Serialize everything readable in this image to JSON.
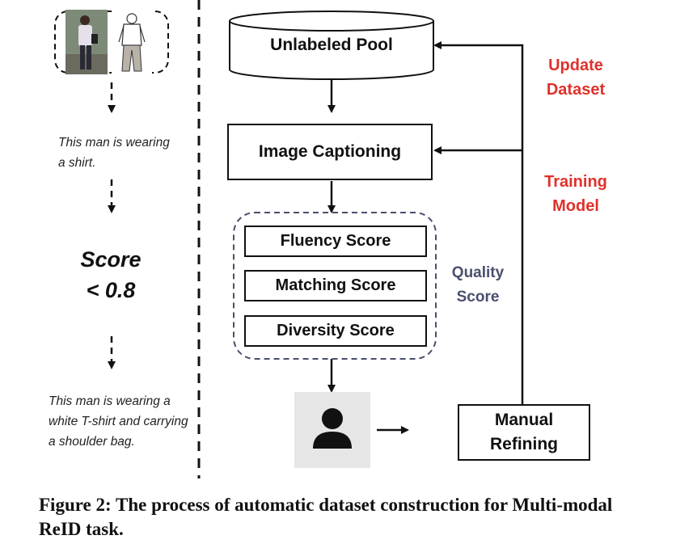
{
  "left_panel": {
    "caption_initial": "This man is wearing a shirt.",
    "score_line1": "Score",
    "score_line2": "< 0.8",
    "caption_refined": "This man is wearing a white T-shirt and carrying a shoulder bag."
  },
  "flow": {
    "unlabeled_pool": "Unlabeled Pool",
    "image_captioning": "Image Captioning",
    "fluency_score": "Fluency Score",
    "matching_score": "Matching Score",
    "diversity_score": "Diversity Score",
    "quality_score_line1": "Quality",
    "quality_score_line2": "Score",
    "manual_refining_line1": "Manual",
    "manual_refining_line2": "Refining",
    "update_dataset_line1": "Update",
    "update_dataset_line2": "Dataset",
    "training_model_line1": "Training",
    "training_model_line2": "Model"
  },
  "colors": {
    "accent_red": "#e0312b",
    "dashed_frame": "#4a4f6e",
    "person_icon_bg": "#e6e6e6"
  },
  "icons": [
    "person-photo",
    "person-sketch",
    "person-icon"
  ],
  "figure_caption": "Figure 2: The process of automatic dataset construction for Multi-modal ReID task."
}
